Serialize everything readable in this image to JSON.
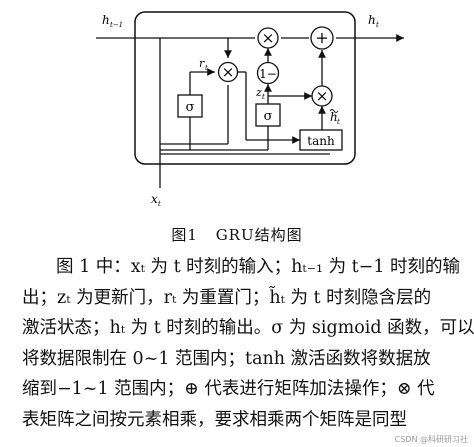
{
  "diagram": {
    "labels": {
      "h_prev": "h",
      "h_prev_sub": "t−1",
      "h_out": "h",
      "h_out_sub": "t",
      "x_in": "x",
      "x_in_sub": "t",
      "r": "r",
      "r_sub": "t",
      "z": "z",
      "z_sub": "t",
      "h_tilde": "h",
      "h_tilde_sub": "t",
      "sigma1": "σ",
      "sigma2": "σ",
      "tanh": "tanh",
      "one_minus": "1−",
      "multiply": "×",
      "add": "+"
    }
  },
  "caption": {
    "figure": "图1",
    "title": "GRU结构图"
  },
  "paragraph": {
    "lines": [
      "图 1 中：xₜ 为 t 时刻的输入；hₜ₋₁ 为 t−1 时刻的输",
      "出；zₜ 为更新门，rₜ 为重置门；h̃ₜ 为 t 时刻隐含层的",
      "激活状态；hₜ 为 t 时刻的输出。σ 为 sigmoid 函数，可以",
      "将数据限制在 0~1 范围内；tanh 激活函数将数据放",
      "缩到−1~1 范围内；⊕ 代表进行矩阵加法操作；⊗ 代",
      "表矩阵之间按元素相乘，要求相乘两个矩阵是同型"
    ]
  },
  "watermark": "CSDN @科研研习社"
}
